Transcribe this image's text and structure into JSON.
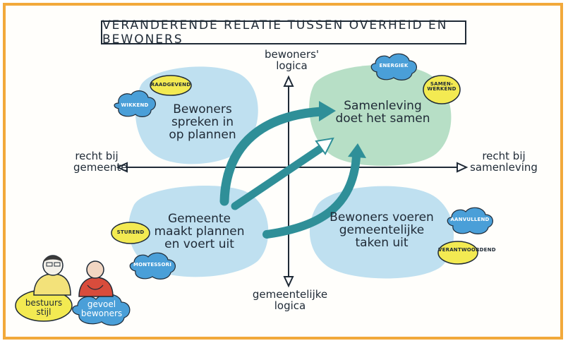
{
  "title": "VERANDERENDE RELATIE TUSSEN OVERHEID EN BEWONERS",
  "axes": {
    "top": "bewoners' logica",
    "bottom": "gemeentelijke logica",
    "left": "recht bij gemeente",
    "right": "recht bij samenleving"
  },
  "quadrants": {
    "top_left": "Bewoners spreken in op plannen",
    "top_right": "Samenleving doet het samen",
    "bottom_left": "Gemeente maakt plannen en voert uit",
    "bottom_right": "Bewoners voeren gemeentelijke taken uit"
  },
  "badges": {
    "tl_yellow": "RAADGEVEND",
    "tl_blue": "WIKKEND",
    "tr_blue": "ENERGIEK",
    "tr_yellow": "SAMEN-WERKEND",
    "bl_yellow": "STUREND",
    "bl_blue": "MONTESSORI",
    "br_blue": "AANVULLEND",
    "br_yellow": "VERANTWOORDEND"
  },
  "legend": {
    "bestuursstijl": "bestuurs stijl",
    "gevoel_bewoners": "gevoel bewoners"
  },
  "colors": {
    "frame": "#f2a93b",
    "blue_blob": "#bfe0f0",
    "green_blob": "#b7dfc6",
    "yellow_badge": "#f3ea52",
    "blue_badge": "#4a9fd8",
    "arrow_teal": "#2f8f98",
    "ink": "#1f2a36"
  }
}
